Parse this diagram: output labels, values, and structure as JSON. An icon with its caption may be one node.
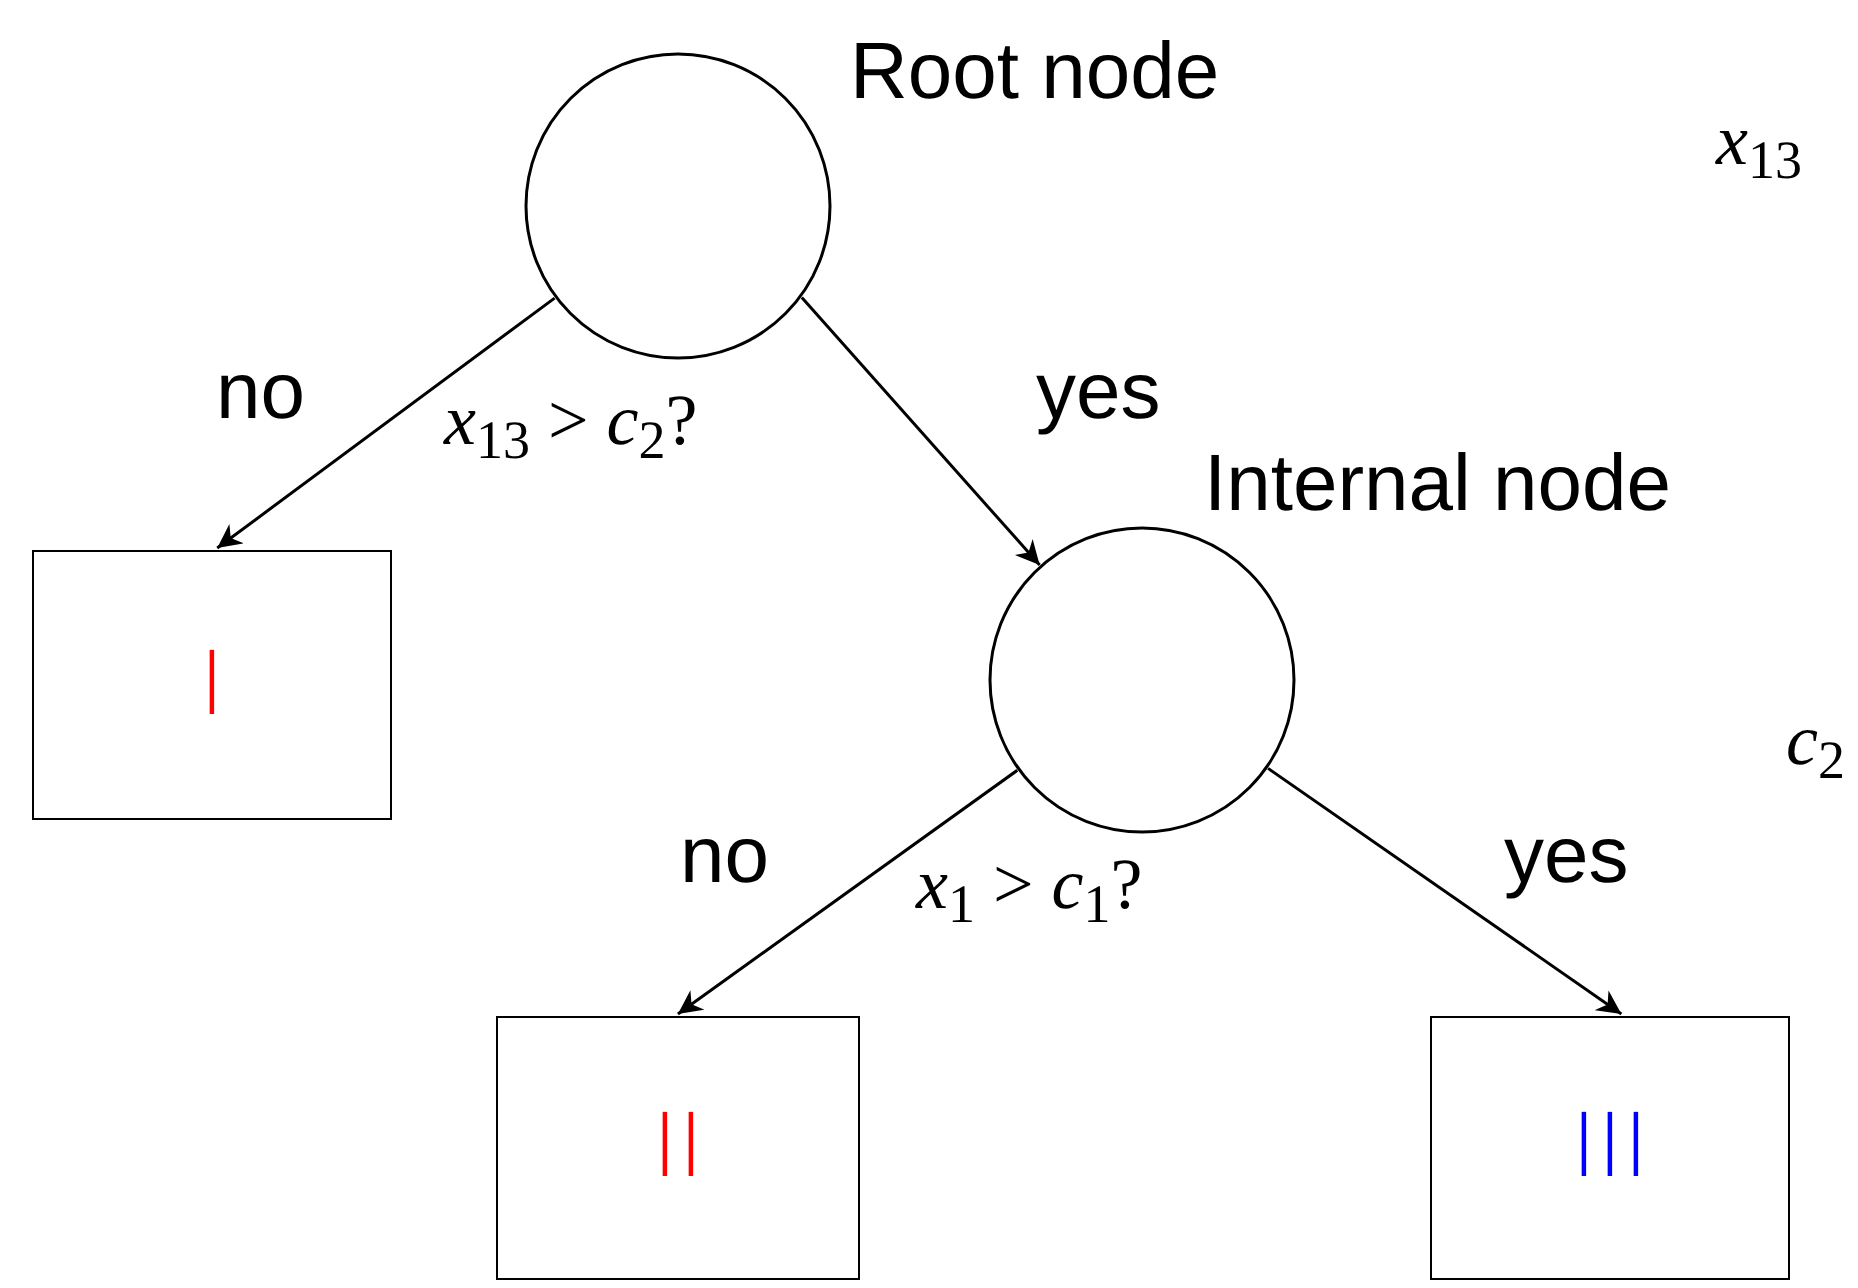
{
  "diagram": {
    "nodes": [
      {
        "text": [],
        "shape": "circle",
        "beside": [
          "Root node"
        ]
      },
      {
        "text": [
          "I"
        ]
      },
      {
        "text": [],
        "shape": "circle",
        "beside": [
          "Internal node"
        ]
      },
      {
        "text": [
          "II"
        ]
      },
      {
        "text": [
          "III"
        ]
      }
    ],
    "edges": [
      {
        "from": 0,
        "to": 1,
        "arrow": "to",
        "label": "no"
      },
      {
        "from": 0,
        "to": 2,
        "arrow": "to",
        "label": "yes"
      },
      {
        "from": 2,
        "to": 3,
        "arrow": "to",
        "label": "no"
      },
      {
        "from": 2,
        "to": 4,
        "arrow": "to",
        "label": "yes"
      }
    ],
    "labels": [
      "*x*$_{13}$ > *c*$_{2}$?",
      "*x*$_{1}$ > *c*$_{1}$?",
      "*x*$_{13}$",
      "*c*$_{2}$"
    ]
  }
}
